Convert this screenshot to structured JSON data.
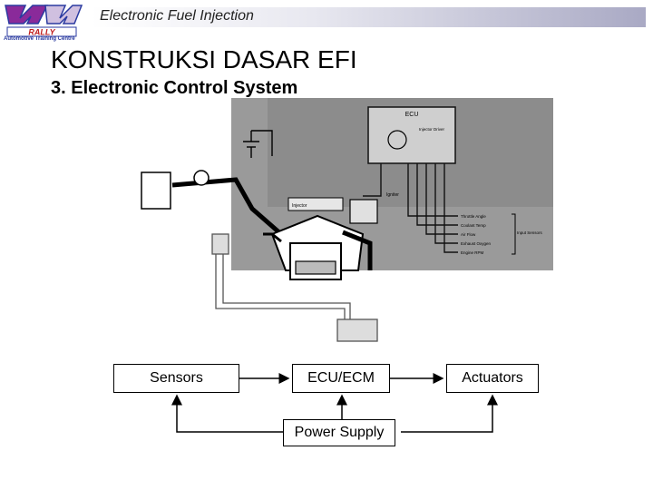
{
  "header": {
    "title": "Electronic Fuel Injection",
    "logo": {
      "brand": "RALLY",
      "tagline": "Automotive Training Centre"
    }
  },
  "slide": {
    "title": "KONSTRUKSI DASAR EFI",
    "subtitle": "3. Electronic Control System"
  },
  "diagram": {
    "ecu_label": "ECU",
    "driver_label": "Injector Driver",
    "injector_label": "Injector",
    "igniter_label": "Igniter",
    "signals": [
      "Throttle Angle",
      "Coolant Temp",
      "Air Flow",
      "Exhaust Oxygen",
      "Engine RPM"
    ],
    "input_group_label": "Input Sensors"
  },
  "flow": {
    "sensors": "Sensors",
    "ecu": "ECU/ECM",
    "actuators": "Actuators",
    "power": "Power Supply"
  }
}
